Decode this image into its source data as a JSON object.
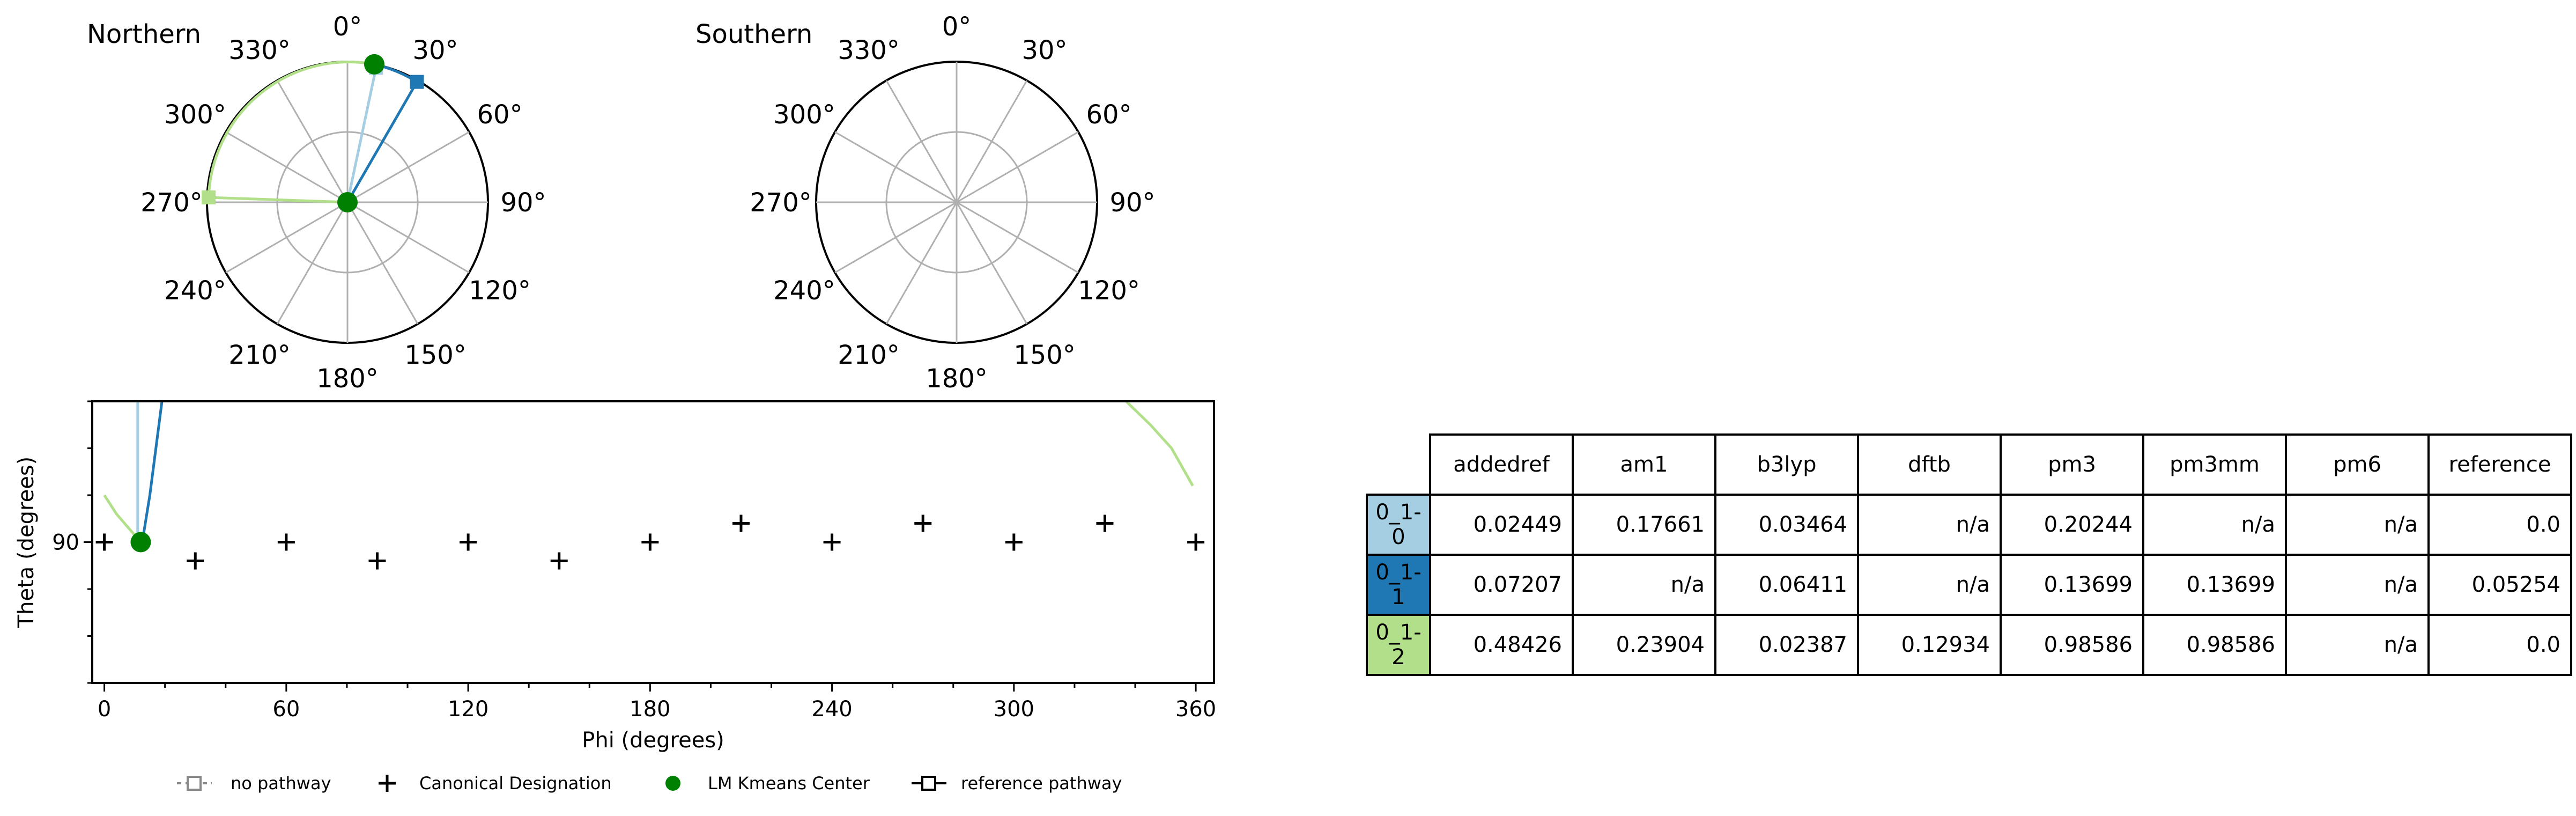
{
  "chart_data": [
    {
      "type": "polar",
      "title": "Northern",
      "angle_ticks": [
        "0°",
        "30°",
        "60°",
        "90°",
        "120°",
        "150°",
        "180°",
        "210°",
        "240°",
        "270°",
        "300°",
        "330°"
      ],
      "series": [
        {
          "color": "#a6cee3",
          "pathway": {
            "phi": 12,
            "theta": 88
          }
        },
        {
          "color": "#1f78b4",
          "pathway": {
            "phi": 30,
            "theta": 89
          }
        },
        {
          "color": "#b2df8a",
          "pathway": {
            "phi": 272,
            "theta": 89
          }
        }
      ],
      "lm_kmeans_centers": [
        {
          "phi": 11,
          "theta": 90
        },
        {
          "phi": 0,
          "theta": 0
        }
      ]
    },
    {
      "type": "polar",
      "title": "Southern",
      "angle_ticks": [
        "0°",
        "30°",
        "60°",
        "90°",
        "120°",
        "150°",
        "180°",
        "210°",
        "240°",
        "270°",
        "300°",
        "330°"
      ],
      "series": []
    },
    {
      "type": "scatter",
      "xlabel": "Phi (degrees)",
      "ylabel": "Theta (degrees)",
      "x_ticks": [
        "0",
        "60",
        "120",
        "180",
        "240",
        "300",
        "360"
      ],
      "y_ticks": [
        "90"
      ],
      "xlim": [
        -4,
        366
      ],
      "ylim": [
        120,
        60
      ],
      "canonical_designations": [
        {
          "phi": 0,
          "theta": 90
        },
        {
          "phi": 30,
          "theta": 94
        },
        {
          "phi": 60,
          "theta": 90
        },
        {
          "phi": 90,
          "theta": 94
        },
        {
          "phi": 120,
          "theta": 90
        },
        {
          "phi": 150,
          "theta": 94
        },
        {
          "phi": 180,
          "theta": 90
        },
        {
          "phi": 210,
          "theta": 86
        },
        {
          "phi": 240,
          "theta": 90
        },
        {
          "phi": 270,
          "theta": 86
        },
        {
          "phi": 300,
          "theta": 90
        },
        {
          "phi": 330,
          "theta": 86
        },
        {
          "phi": 360,
          "theta": 90
        }
      ],
      "lm_kmeans_center": {
        "phi": 12,
        "theta": 90
      },
      "curves": [
        {
          "color": "#a6cee3",
          "points": [
            [
              11,
              60
            ],
            [
              11,
              90
            ]
          ]
        },
        {
          "color": "#1f78b4",
          "points": [
            [
              19,
              60
            ],
            [
              17,
              70
            ],
            [
              15,
              80
            ],
            [
              13,
              88
            ],
            [
              12,
              90
            ]
          ]
        },
        {
          "color": "#b2df8a",
          "points": [
            [
              0,
              80
            ],
            [
              4,
              84
            ],
            [
              8,
              87
            ],
            [
              12,
              90
            ]
          ]
        },
        {
          "color": "#b2df8a",
          "points": [
            [
              337,
              60
            ],
            [
              345,
              65
            ],
            [
              352,
              70
            ],
            [
              359,
              78
            ]
          ]
        }
      ]
    }
  ],
  "legend": {
    "items": [
      {
        "key": "no_pathway",
        "label": "no pathway"
      },
      {
        "key": "canonical",
        "label": "Canonical Designation"
      },
      {
        "key": "lm_kmeans",
        "label": "LM Kmeans Center"
      },
      {
        "key": "reference",
        "label": "reference pathway"
      }
    ]
  },
  "table": {
    "columns": [
      "addedref",
      "am1",
      "b3lyp",
      "dftb",
      "pm3",
      "pm3mm",
      "pm6",
      "reference"
    ],
    "rows": [
      {
        "label": "0_1-0",
        "color": "#a6cee3",
        "values": [
          "0.02449",
          "0.17661",
          "0.03464",
          "n/a",
          "0.20244",
          "n/a",
          "n/a",
          "0.0"
        ]
      },
      {
        "label": "0_1-1",
        "color": "#1f78b4",
        "values": [
          "0.07207",
          "n/a",
          "0.06411",
          "n/a",
          "0.13699",
          "0.13699",
          "n/a",
          "0.05254"
        ]
      },
      {
        "label": "0_1-2",
        "color": "#b2df8a",
        "values": [
          "0.48426",
          "0.23904",
          "0.02387",
          "0.12934",
          "0.98586",
          "0.98586",
          "n/a",
          "0.0"
        ]
      }
    ]
  }
}
